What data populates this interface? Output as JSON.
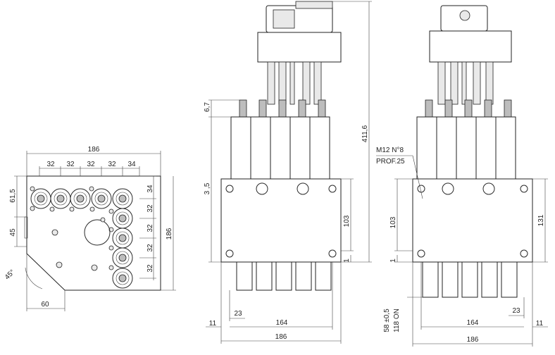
{
  "drawing": {
    "left_view": {
      "overall_width": "186",
      "spacings": [
        "32",
        "32",
        "32",
        "32",
        "34"
      ],
      "right_column": [
        "34",
        "32",
        "32",
        "32",
        "32"
      ],
      "overall_height": "186",
      "left_upper": "61,5",
      "left_lower": "45",
      "bottom_width": "60",
      "chamfer_angle": "45°"
    },
    "front_view": {
      "top_offset": "6,7",
      "overall_height": "411,6",
      "side_height": "3 ,5",
      "block_height": "103",
      "bottom_step": "1",
      "base_offset": "23",
      "left_margin": "11",
      "hole_span": "164",
      "overall_width": "186"
    },
    "side_view": {
      "port_label": "M12  N°8",
      "port_label2": "PROF.25",
      "block_height": "103",
      "bottom_step": "1",
      "total_height": "131",
      "pin_height_1": "58 ±0,5",
      "pin_height_2": "118 ON",
      "base_offset": "23",
      "hole_span": "164",
      "right_margin": "11",
      "overall_width": "186"
    }
  }
}
